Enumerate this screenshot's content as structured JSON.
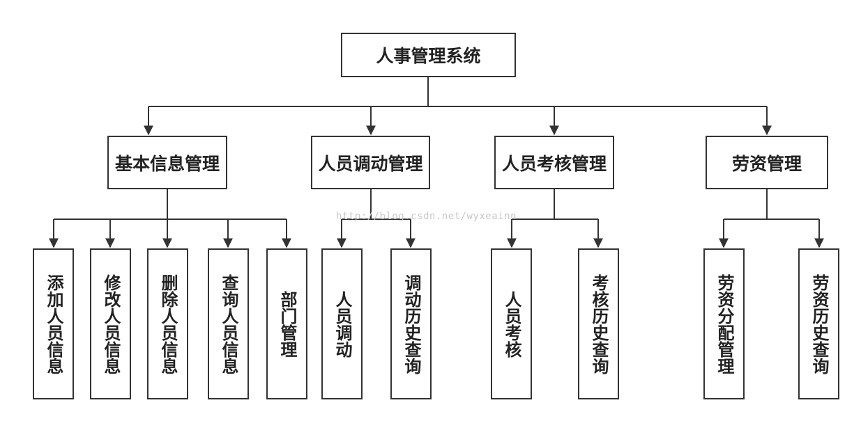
{
  "diagram": {
    "root": "人事管理系统",
    "branches": [
      {
        "label": "基本信息管理",
        "children": [
          "添加人员信息",
          "修改人员信息",
          "删除人员信息",
          "查询人员信息",
          "部门管理"
        ]
      },
      {
        "label": "人员调动管理",
        "children": [
          "人员调动",
          "调动历史查询"
        ]
      },
      {
        "label": "人员考核管理",
        "children": [
          "人员考核",
          "考核历史查询"
        ]
      },
      {
        "label": "劳资管理",
        "children": [
          "劳资分配管理",
          "劳资历史查询"
        ]
      }
    ],
    "watermark": "http://blog.csdn.net/wyxeainn"
  }
}
